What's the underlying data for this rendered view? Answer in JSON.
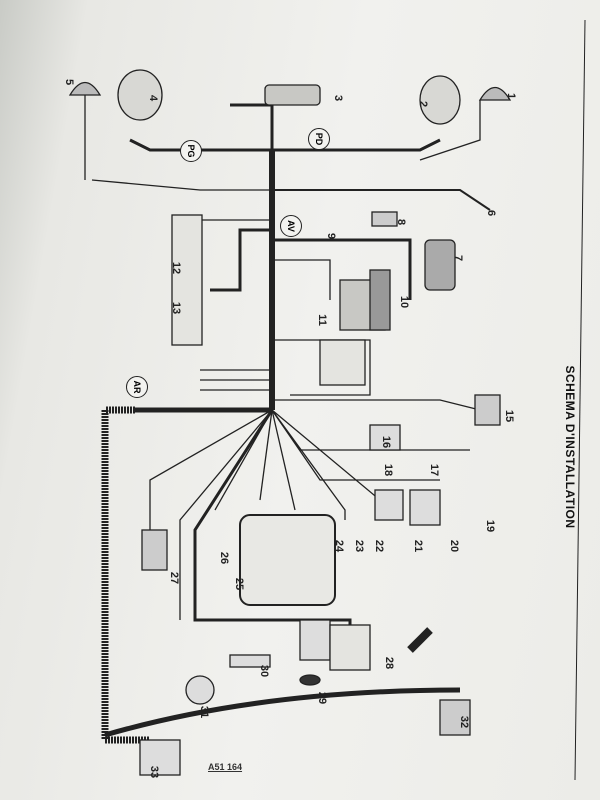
{
  "title": "SCHEMA D'INSTALLATION",
  "reference": "A51 164",
  "components": [
    "1",
    "2",
    "3",
    "4",
    "5",
    "6",
    "7",
    "8",
    "9",
    "10",
    "11",
    "12",
    "13",
    "15",
    "16",
    "17",
    "18",
    "19",
    "20",
    "21",
    "22",
    "23",
    "24",
    "25",
    "26",
    "27",
    "28",
    "29",
    "30",
    "31",
    "32",
    "33"
  ],
  "circled_markers": [
    "PG",
    "PD",
    "AV",
    "AR"
  ]
}
